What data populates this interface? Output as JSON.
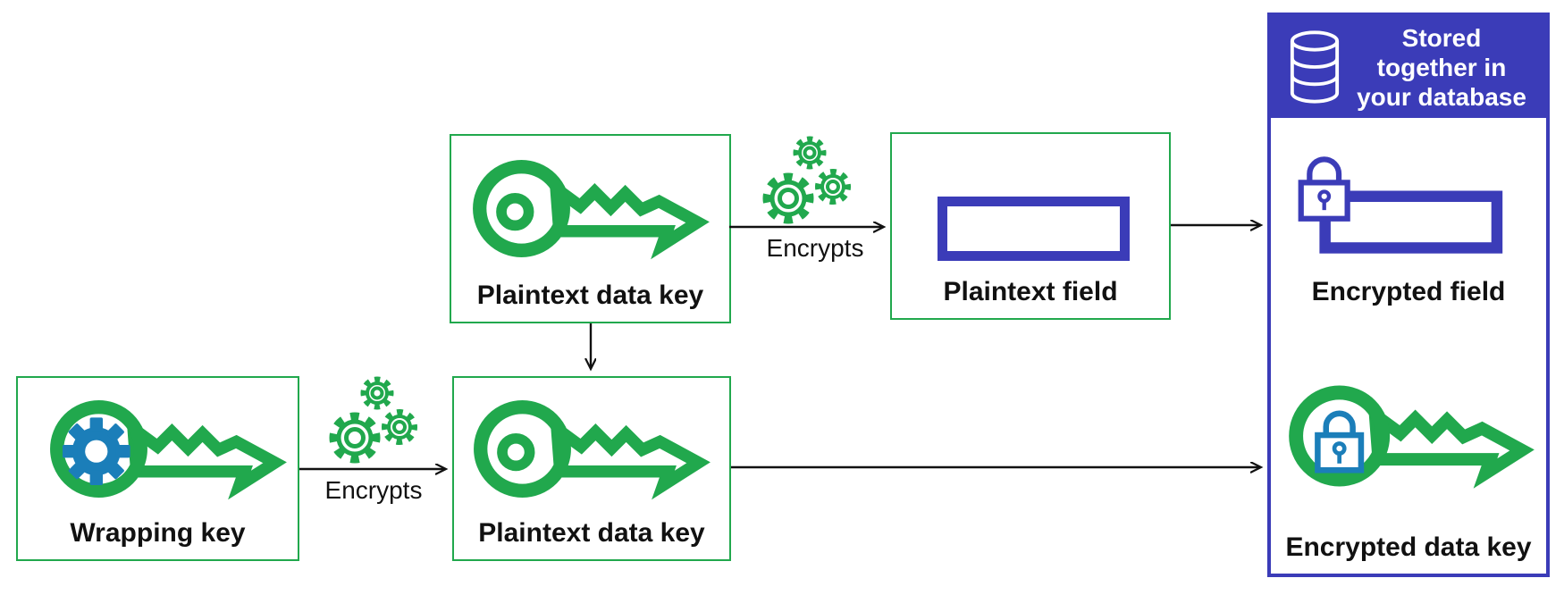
{
  "colors": {
    "green": "#21A84D",
    "indigo": "#3B3CB8",
    "blue": "#1B7EB9",
    "arrow": "#111111"
  },
  "nodes": {
    "wrapping_key": {
      "label": "Wrapping key"
    },
    "plaintext_data_key_top": {
      "label": "Plaintext data key"
    },
    "plaintext_data_key_bottom": {
      "label": "Plaintext data key"
    },
    "plaintext_field": {
      "label": "Plaintext field"
    }
  },
  "edges": {
    "wrapping_encrypts": {
      "label": "Encrypts"
    },
    "datakey_encrypts": {
      "label": "Encrypts"
    }
  },
  "database_panel": {
    "title": "Stored together in your database",
    "title_lines": [
      "Stored",
      "together in",
      "your database"
    ],
    "encrypted_field": {
      "label": "Encrypted field"
    },
    "encrypted_data_key": {
      "label": "Encrypted data key"
    }
  },
  "icons": {
    "key": "key-outline",
    "gear_cluster": "three-gears",
    "database": "database-cylinder",
    "padlock": "padlock",
    "blue_gear": "solid-gear"
  }
}
